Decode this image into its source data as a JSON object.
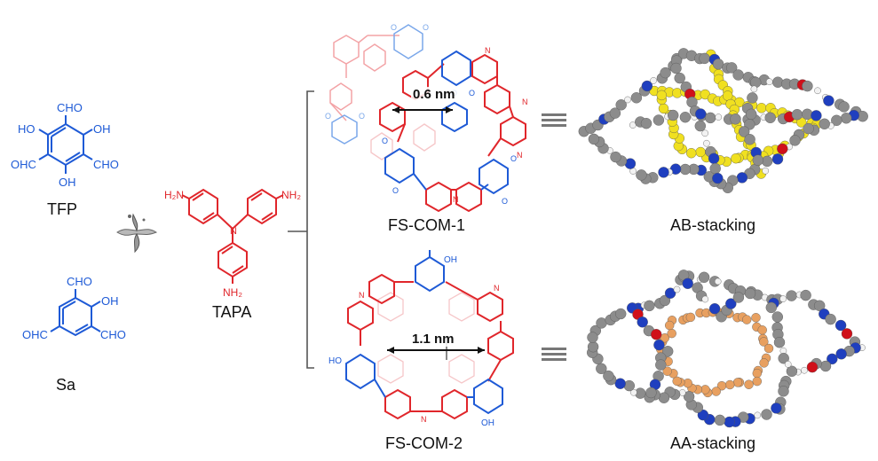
{
  "colors": {
    "blue": "#1e5ad6",
    "light_blue": "#7aa7ea",
    "red": "#e0262b",
    "light_red": "#f3a3a6",
    "pale_red": "#f6c7c9",
    "carbon": "#8c8c8c",
    "nitrogen": "#1f3fbf",
    "oxygen": "#d0101a",
    "hydrogen": "#f2f2f2",
    "yellow": "#f0e020",
    "tan": "#e8a060",
    "black": "#111111"
  },
  "tfp": {
    "caption": "TFP",
    "cho_top": "CHO",
    "oh_left": "HO",
    "oh_right": "OH",
    "cho_left": "OHC",
    "cho_right": "CHO",
    "oh_bottom": "OH"
  },
  "sa": {
    "caption": "Sa",
    "cho_top": "CHO",
    "oh_right": "OH",
    "cho_left": "OHC",
    "cho_right": "CHO"
  },
  "tapa": {
    "caption": "TAPA",
    "nh2_left": "H₂N",
    "nh2_right": "NH₂",
    "nh2_bottom": "NH₂"
  },
  "fs_com_1": {
    "caption": "FS-COM-1",
    "pore_label": "0.6 nm",
    "stacking": "AB-stacking"
  },
  "fs_com_2": {
    "caption": "FS-COM-2",
    "pore_label": "1.1 nm",
    "stacking": "AA-stacking"
  },
  "icons": {
    "reaction_catalyst": "droplet-mixing-icon",
    "equivalence": "triple-bar-equivalent-icon"
  }
}
